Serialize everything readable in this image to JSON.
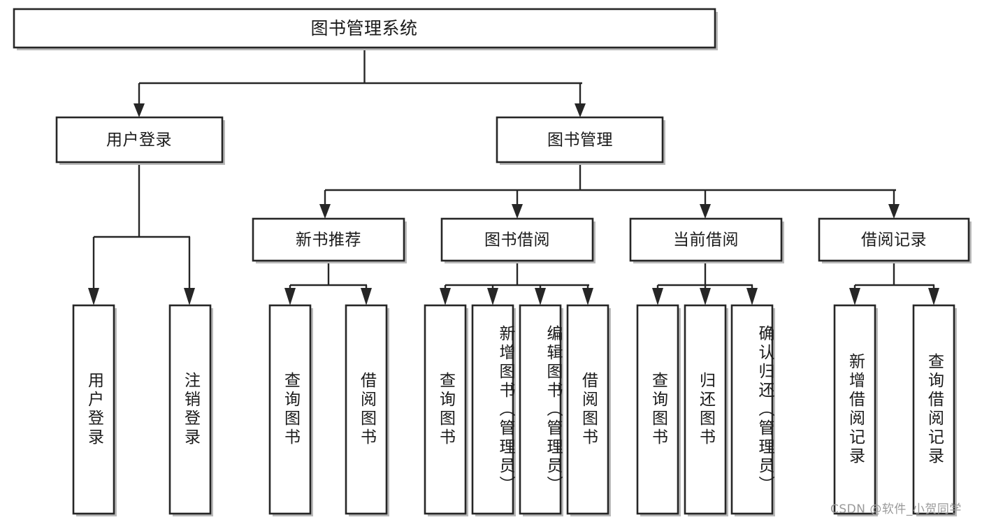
{
  "diagram": {
    "type": "tree",
    "title": "图书管理系统",
    "watermark": "CSDN @软件_小贺同学",
    "colors": {
      "box_fill": "#ffffff",
      "box_stroke": "#262626",
      "connector": "#262626",
      "shadow": "#b9b9b9",
      "text": "#1a1a1a",
      "watermark": "#9a9a9a",
      "background": "#ffffff"
    },
    "nodes": {
      "root": {
        "label": "图书管理系统"
      },
      "level2": [
        {
          "label": "用户登录"
        },
        {
          "label": "图书管理"
        }
      ],
      "level3": [
        {
          "label": "新书推荐"
        },
        {
          "label": "图书借阅"
        },
        {
          "label": "当前借阅"
        },
        {
          "label": "借阅记录"
        }
      ],
      "leaves": {
        "user_login": [
          {
            "label": "用户登录"
          },
          {
            "label": "注销登录"
          }
        ],
        "new_book": [
          {
            "label": "查询图书"
          },
          {
            "label": "借阅图书"
          }
        ],
        "book_borrow": [
          {
            "label": "查询图书"
          },
          {
            "label": "新增图书（管理员）"
          },
          {
            "label": "编辑图书（管理员）"
          },
          {
            "label": "借阅图书"
          }
        ],
        "current_borrow": [
          {
            "label": "查询图书"
          },
          {
            "label": "归还图书"
          },
          {
            "label": "确认归还（管理员）"
          }
        ],
        "borrow_record": [
          {
            "label": "新增借阅记录"
          },
          {
            "label": "查询借阅记录"
          }
        ]
      }
    }
  }
}
